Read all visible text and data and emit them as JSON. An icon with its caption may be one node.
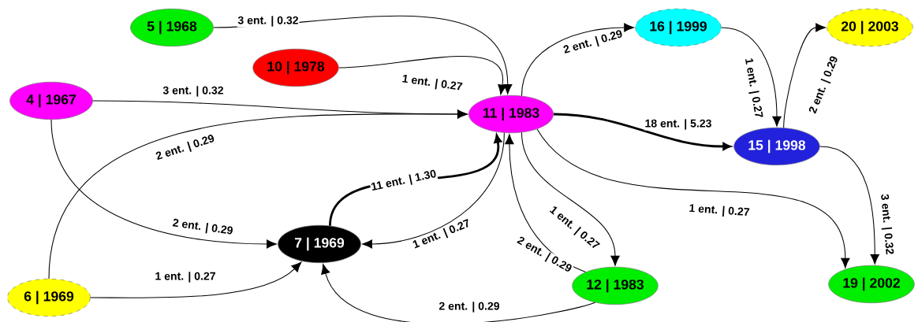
{
  "diagram": {
    "nodes": [
      {
        "text": [
          "5 | 1968"
        ]
      },
      {
        "text": [
          "16 | 1999"
        ]
      },
      {
        "text": [
          "20 | 2003"
        ]
      },
      {
        "text": [
          "10 | 1978"
        ]
      },
      {
        "text": [
          "4 | 1967"
        ]
      },
      {
        "text": [
          "11 | 1983"
        ]
      },
      {
        "text": [
          "15 | 1998"
        ]
      },
      {
        "text": [
          "7 | 1969"
        ]
      },
      {
        "text": [
          "6 | 1969"
        ]
      },
      {
        "text": [
          "12 | 1983"
        ]
      },
      {
        "text": [
          "19 | 2002"
        ]
      }
    ],
    "edges": [
      {
        "from": 0,
        "to": 5,
        "arrow": "to",
        "label": "3 ent. | 0.32"
      },
      {
        "from": 3,
        "to": 5,
        "arrow": "to",
        "label": "1 ent. | 0.27"
      },
      {
        "from": 4,
        "to": 5,
        "arrow": "to",
        "label": "3 ent. | 0.32"
      },
      {
        "from": 8,
        "to": 5,
        "arrow": "to",
        "label": "2 ent. | 0.29"
      },
      {
        "from": 5,
        "to": 1,
        "arrow": "to",
        "label": "2 ent. | 0.29"
      },
      {
        "from": 1,
        "to": 6,
        "arrow": "to",
        "label": "1 ent. | 0.27"
      },
      {
        "from": 5,
        "to": 6,
        "arrow": "to",
        "label": "18 ent. | 5.23",
        "style": "thick"
      },
      {
        "from": 6,
        "to": 2,
        "arrow": "to",
        "label": "2 ent. | 0.29"
      },
      {
        "from": 6,
        "to": 10,
        "arrow": "to",
        "label": "3 ent. | 0.32"
      },
      {
        "from": 5,
        "to": 10,
        "arrow": "to",
        "label": "1 ent. | 0.27"
      },
      {
        "from": 5,
        "to": 9,
        "arrow": "to",
        "label": "1 ent. | 0.27"
      },
      {
        "from": 9,
        "to": 5,
        "arrow": "to",
        "label": "2 ent. | 0.29"
      },
      {
        "from": 7,
        "to": 5,
        "arrow": "to",
        "label": "11 ent. | 1.30",
        "style": "thick"
      },
      {
        "from": 5,
        "to": 7,
        "arrow": "to",
        "label": "1 ent. | 0.27"
      },
      {
        "from": 4,
        "to": 7,
        "arrow": "to",
        "label": "2 ent. | 0.29"
      },
      {
        "from": 8,
        "to": 7,
        "arrow": "to",
        "label": "1 ent. | 0.27"
      },
      {
        "from": 9,
        "to": 7,
        "arrow": "to",
        "label": "2 ent. | 0.29"
      }
    ]
  }
}
